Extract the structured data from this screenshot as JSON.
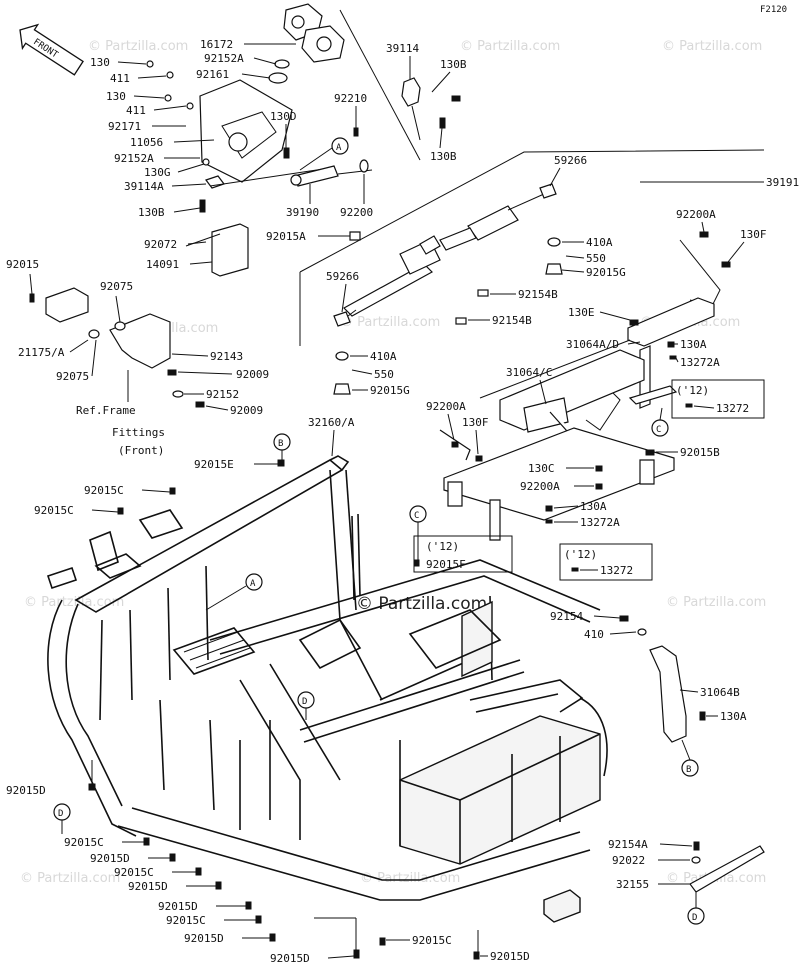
{
  "figure_code": "F2120",
  "front_arrow_label": "FRONT",
  "watermark": "© Partzilla.com",
  "ref_note": [
    "Ref.Frame",
    "Fittings",
    "(Front)"
  ],
  "callouts": {
    "A": "A",
    "B": "B",
    "C": "C",
    "D": "D"
  },
  "year_note": "('12)",
  "part_labels": {
    "p16172": "16172",
    "p92152A_top": "92152A",
    "p92161": "92161",
    "p130_a": "130",
    "p411_a": "411",
    "p130_b": "130",
    "p411_b": "411",
    "p92171": "92171",
    "p11056": "11056",
    "p92152A_mid": "92152A",
    "p130G": "130G",
    "p39114A": "39114A",
    "p130B_left": "130B",
    "p39114": "39114",
    "p130B_r1": "130B",
    "p130B_r2": "130B",
    "p92210": "92210",
    "p130D": "130D",
    "p39190": "39190",
    "p92200": "92200",
    "p92015A": "92015A",
    "p92072": "92072",
    "p14091": "14091",
    "p92015_left": "92015",
    "p92075_a": "92075",
    "p21175A": "21175/A",
    "p92075_b": "92075",
    "p92143": "92143",
    "p92009_a": "92009",
    "p92152": "92152",
    "p92009_b": "92009",
    "p59266_top": "59266",
    "p39191": "39191",
    "p410A_top": "410A",
    "p550_top": "550",
    "p92015G_top": "92015G",
    "p59266_mid": "59266",
    "p92154B_a": "92154B",
    "p92154B_b": "92154B",
    "p410A_low": "410A",
    "p550_low": "550",
    "p92015G_low": "92015G",
    "p92200A_r": "92200A",
    "p130F_r": "130F",
    "p130E": "130E",
    "p31064AD": "31064A/D",
    "p130A_r": "130A",
    "p13272A_r": "13272A",
    "p31064C": "31064/C",
    "p13272_r": "13272",
    "p92200A_l": "92200A",
    "p130F_l": "130F",
    "p92015B": "92015B",
    "p130C": "130C",
    "p92200A_m": "92200A",
    "p130A_m": "130A",
    "p13272A_m": "13272A",
    "p13272_m": "13272",
    "p32160A": "32160/A",
    "p92015E": "92015E",
    "p92015C_a": "92015C",
    "p92015C_b": "92015C",
    "p92015F": "92015F",
    "p92154": "92154",
    "p410": "410",
    "p31064B": "31064B",
    "p130A_b": "130A",
    "p92015D_a": "92015D",
    "p92015C_c": "92015C",
    "p92015D_b": "92015D",
    "p92015C_d": "92015C",
    "p92015D_c": "92015D",
    "p92015D_d": "92015D",
    "p92015C_e": "92015C",
    "p92015D_e": "92015D",
    "p92015C_f": "92015C",
    "p92015D_f": "92015D",
    "p92154A": "92154A",
    "p92022": "92022",
    "p32155": "32155"
  }
}
